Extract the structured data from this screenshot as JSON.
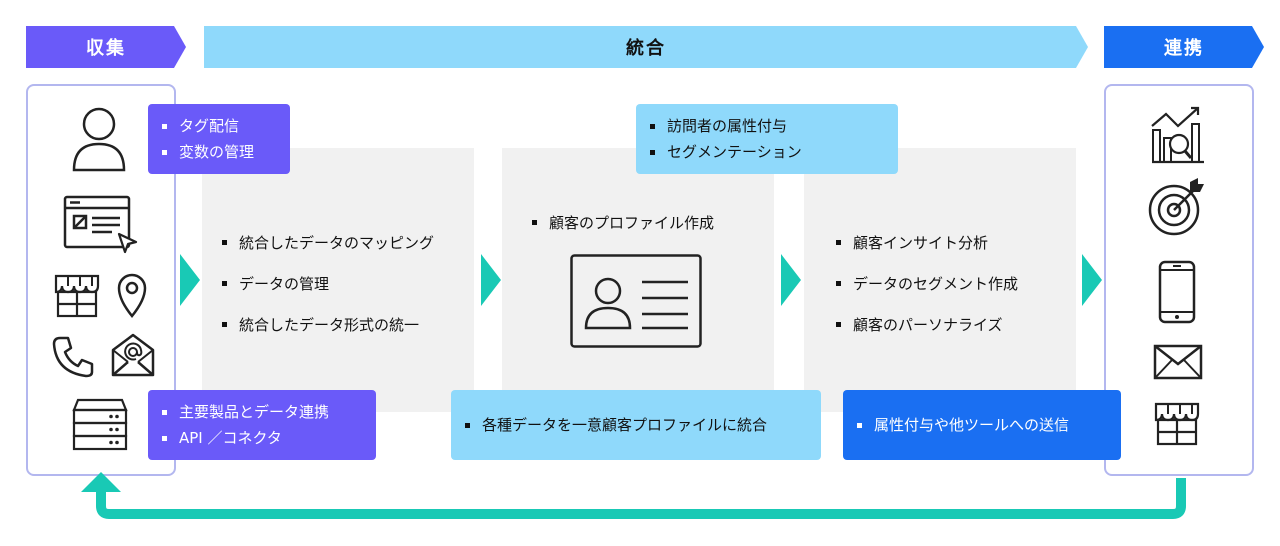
{
  "phases": {
    "collect": "収集",
    "integrate": "統合",
    "link": "連携"
  },
  "collect_icons": [
    "user-icon",
    "browser-window-icon",
    "store-icon",
    "location-pin-icon",
    "phone-icon",
    "email-at-icon",
    "server-icon"
  ],
  "link_icons": [
    "analytics-chart-icon",
    "target-icon",
    "smartphone-icon",
    "mail-icon",
    "store-icon"
  ],
  "tags": {
    "tag_delivery": [
      "タグ配信",
      "変数の管理"
    ],
    "product_link": [
      "主要製品とデータ連携",
      "API ／コネクタ"
    ],
    "visitor_attr": [
      "訪問者の属性付与",
      "セグメンテーション"
    ],
    "unify_profile": [
      "各種データを一意顧客プロファイルに統合"
    ],
    "send_tools": [
      "属性付与や他ツールへの送信"
    ]
  },
  "panels": {
    "mapping": [
      "統合したデータのマッピング",
      "データの管理",
      "統合したデータ形式の統一"
    ],
    "profile": [
      "顧客のプロファイル作成"
    ],
    "insight": [
      "顧客インサイト分析",
      "データのセグメント作成",
      "顧客のパーソナライズ"
    ]
  },
  "colors": {
    "collect": "#6a5af9",
    "integrate": "#8fd9fb",
    "link": "#1a6ff2",
    "flow_arrow": "#19c9b5",
    "panel_bg": "#f1f1f1"
  }
}
